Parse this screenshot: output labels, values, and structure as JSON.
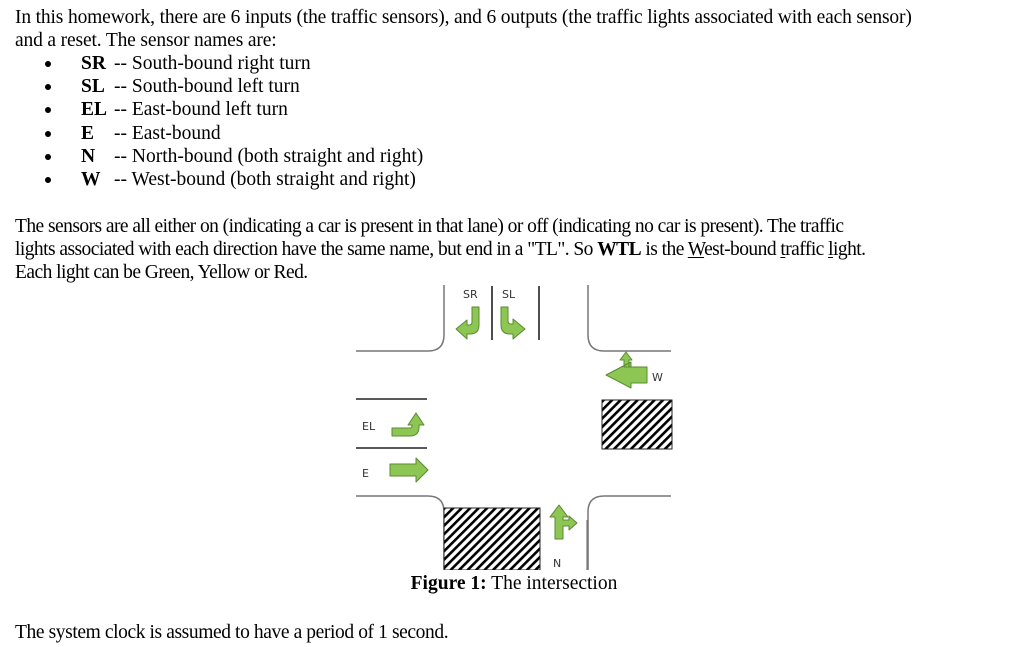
{
  "intro": {
    "line1": "In this homework, there are 6 inputs (the traffic sensors), and 6 outputs (the traffic lights associated with each sensor)",
    "line2": "and a reset. The sensor names are:"
  },
  "sensors": [
    {
      "key": "SR",
      "desc": "-- South-bound right turn"
    },
    {
      "key": "SL",
      "desc": "-- South-bound left turn"
    },
    {
      "key": "EL",
      "desc": "-- East-bound left turn"
    },
    {
      "key": "E",
      "desc": "-- East-bound"
    },
    {
      "key": "N",
      "desc": "-- North-bound (both straight and right)"
    },
    {
      "key": "W",
      "desc": "-- West-bound (both straight and right)"
    }
  ],
  "paragraph2": {
    "line1": "The sensors are all either on (indicating a car is present in that lane) or off (indicating no car is present).  The traffic",
    "line2_pre": "lights associated with each direction have the same name, but end in a \"TL\". So ",
    "line2_bold": "WTL",
    "line2_mid": " is the ",
    "line2_u1": "W",
    "line2_t1": "est-bound ",
    "line2_u2": "t",
    "line2_t2": "raffic ",
    "line2_u3": "l",
    "line2_t3": "ight.",
    "line3": "Each light can be Green, Yellow or Red."
  },
  "figure": {
    "labels": {
      "SR": "SR",
      "SL": "SL",
      "W": "W",
      "EL": "EL",
      "E": "E",
      "N": "N"
    },
    "arrow_color": "#8dc653",
    "arrow_stroke": "#5a8a30",
    "road_color": "#777777",
    "caption_bold": "Figure 1:",
    "caption_text": " The intersection"
  },
  "closing": "The system clock is assumed to have a period of 1 second."
}
